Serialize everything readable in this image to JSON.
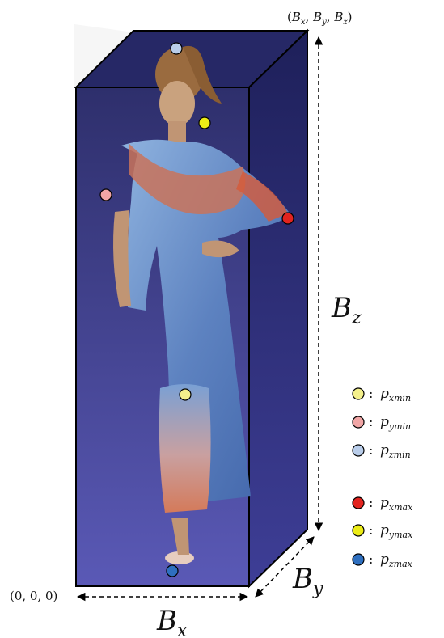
{
  "corner_top_label": "(B_x, B_y, B_z)",
  "corner_origin_label": "(0, 0, 0)",
  "dimensions": {
    "bx": {
      "base": "B",
      "sub": "x"
    },
    "by": {
      "base": "B",
      "sub": "y"
    },
    "bz": {
      "base": "B",
      "sub": "z"
    }
  },
  "legend": {
    "separator": ":",
    "items": [
      {
        "symbol": "p",
        "sub": "xmin",
        "color": "#f4f08c"
      },
      {
        "symbol": "p",
        "sub": "ymin",
        "color": "#f1a6a6"
      },
      {
        "symbol": "p",
        "sub": "zmin",
        "color": "#b9cdea"
      },
      {
        "symbol": "p",
        "sub": "xmax",
        "color": "#e2241f"
      },
      {
        "symbol": "p",
        "sub": "ymax",
        "color": "#ecec16"
      },
      {
        "symbol": "p",
        "sub": "zmax",
        "color": "#2e6fbf"
      }
    ]
  },
  "colors": {
    "box_top": "#262866",
    "box_front_top": "#2e2f6c",
    "box_front_bottom": "#5a59b6",
    "box_side_top": "#1e205a",
    "box_side_bottom": "#3e3e96",
    "edge": "#000000",
    "dress_blue": "#6d8fc7",
    "skin": "#c9a27e"
  }
}
